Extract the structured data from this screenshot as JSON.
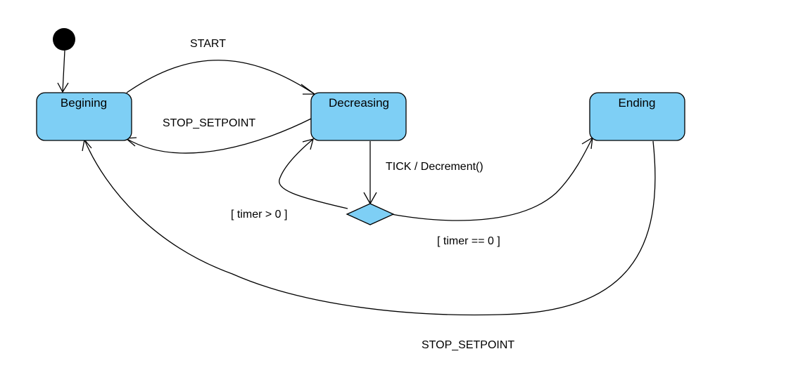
{
  "diagram": {
    "colors": {
      "state_fill": "#7ecff5",
      "stroke": "#000000",
      "initial_fill": "#000000",
      "background": "#ffffff"
    },
    "states": {
      "begining": "Begining",
      "decreasing": "Decreasing",
      "ending": "Ending"
    },
    "transitions": {
      "start": "START",
      "stop_setpoint_top": "STOP_SETPOINT",
      "tick": "TICK / Decrement()",
      "timer_gt_zero": "[ timer > 0 ]",
      "timer_eq_zero": "[ timer == 0 ]",
      "stop_setpoint_bottom": "STOP_SETPOINT"
    }
  }
}
